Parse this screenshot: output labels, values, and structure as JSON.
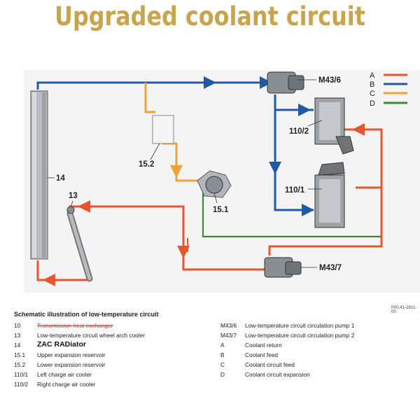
{
  "title": "Upgraded coolant circuit",
  "labels": {
    "m43_6": "M43/6",
    "m43_7": "M43/7",
    "c110_2": "110/2",
    "c110_1": "110/1",
    "c15_2": "15.2",
    "c15_1": "15.1",
    "c14": "14",
    "c13": "13"
  },
  "legend": [
    {
      "letter": "A",
      "color": "#e8542f"
    },
    {
      "letter": "B",
      "color": "#1f5aa6"
    },
    {
      "letter": "C",
      "color": "#f0a23a"
    },
    {
      "letter": "D",
      "color": "#3a8a3a"
    }
  ],
  "ref_code": "P00.41-2811-00",
  "table": {
    "heading": "Schematic illustration of low-temperature circuit",
    "left": [
      {
        "code": "10",
        "text": "Transmission heat exchanger",
        "struck": true
      },
      {
        "code": "13",
        "text": "Low-temperature circuit wheel arch cooler"
      },
      {
        "code": "14",
        "text": "ZAC RADiator",
        "emph": true
      },
      {
        "code": "15.1",
        "text": "Upper expansion reservoir"
      },
      {
        "code": "15.2",
        "text": "Lower expansion reservoir"
      },
      {
        "code": "110/1",
        "text": "Left charge air cooler"
      },
      {
        "code": "110/2",
        "text": "Right charge air cooler"
      }
    ],
    "right": [
      {
        "code": "M43/6",
        "text": "Low-temperature circuit circulation pump 1"
      },
      {
        "code": "M43/7",
        "text": "Low-temperature circuit circulation pump 2"
      },
      {
        "code": "A",
        "text": "Coolant return"
      },
      {
        "code": "B",
        "text": "Coolant feed"
      },
      {
        "code": "C",
        "text": "Coolant circuit feed"
      },
      {
        "code": "D",
        "text": "Coolant circuit expansion"
      }
    ]
  }
}
